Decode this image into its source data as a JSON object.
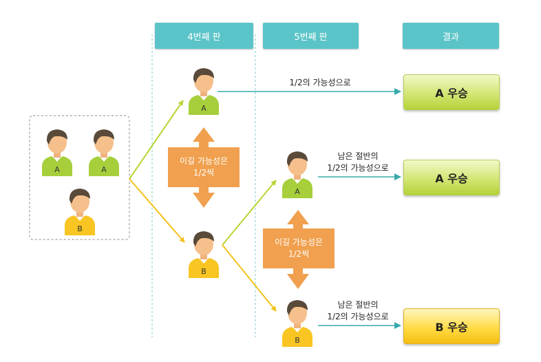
{
  "headers": {
    "round4": "4번째 판",
    "round5": "5번째 판",
    "result": "결과"
  },
  "players": {
    "a": "A",
    "b": "B"
  },
  "edge_labels": {
    "half_chance": "1/2의 가능성으로",
    "remaining_half_line1": "남은 절반의",
    "remaining_half_line2": "1/2의 가능성으로"
  },
  "probability_note": {
    "line1": "이길 가능성은",
    "line2": "1/2씩"
  },
  "outcomes": {
    "a_wins": "A 우승",
    "b_wins": "B 우승"
  },
  "colors": {
    "header": "#5bc4c8",
    "green_shirt": "#a6cf3b",
    "yellow_shirt": "#f8c522",
    "green_arrow": "#b7d433",
    "yellow_arrow": "#f2c21b",
    "teal_arrow": "#38a9ac",
    "orange_arrow": "#f0a04e"
  }
}
